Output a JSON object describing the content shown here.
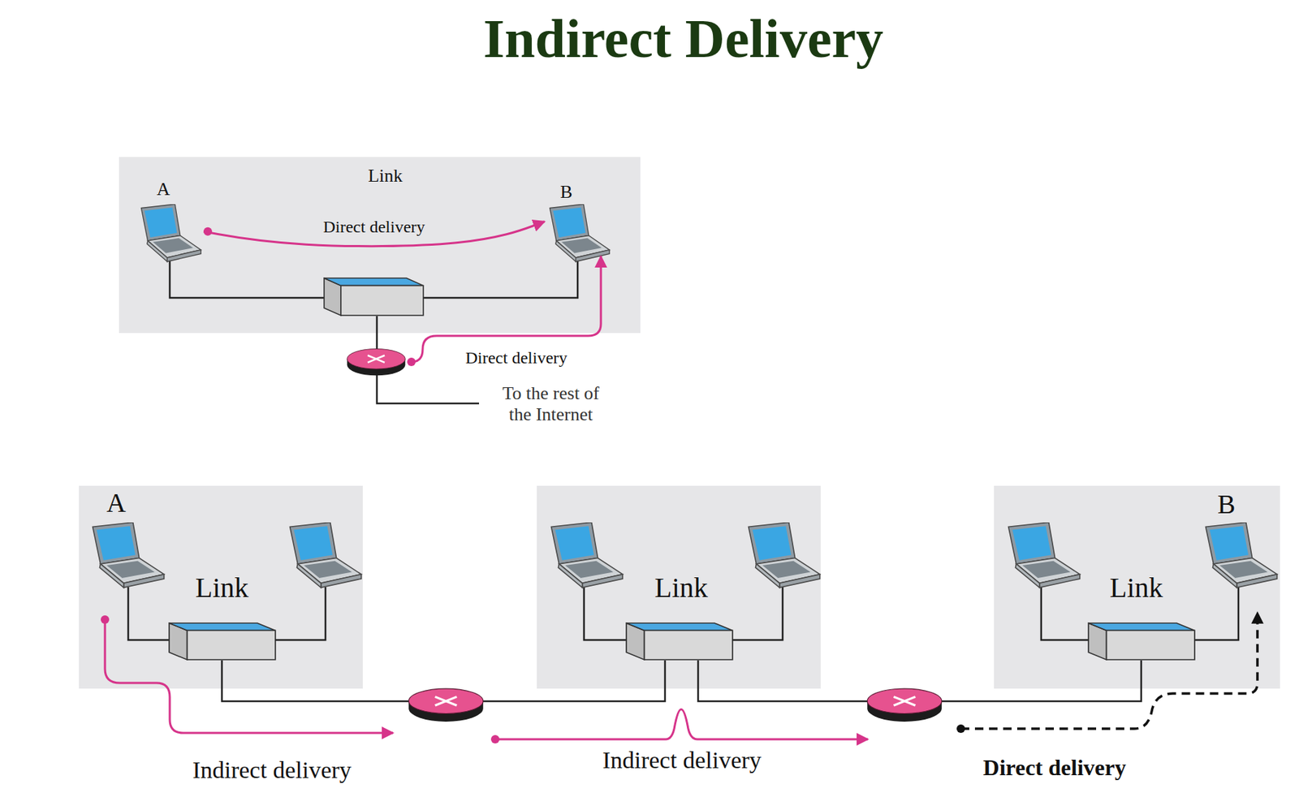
{
  "diagram": {
    "title": "Indirect Delivery",
    "nodes": [
      {
        "text": [
          "Link"
        ]
      },
      {
        "text": [
          "A"
        ],
        "in": 0
      },
      {
        "text": [
          "B"
        ],
        "in": 0
      },
      {
        "text": [
          "Link"
        ]
      },
      {
        "text": [
          "A"
        ],
        "in": 3
      },
      {
        "text": [
          "Link"
        ]
      },
      {
        "text": [
          "Link"
        ]
      },
      {
        "text": [
          "B"
        ],
        "in": 6
      }
    ],
    "edges": [
      {
        "from": 1,
        "to": 2,
        "arrow": "to",
        "label": "Direct delivery"
      }
    ],
    "labels": [
      "Direct delivery",
      "To the rest of the Internet",
      "Indirect delivery",
      "Indirect delivery",
      "Direct delivery"
    ]
  }
}
